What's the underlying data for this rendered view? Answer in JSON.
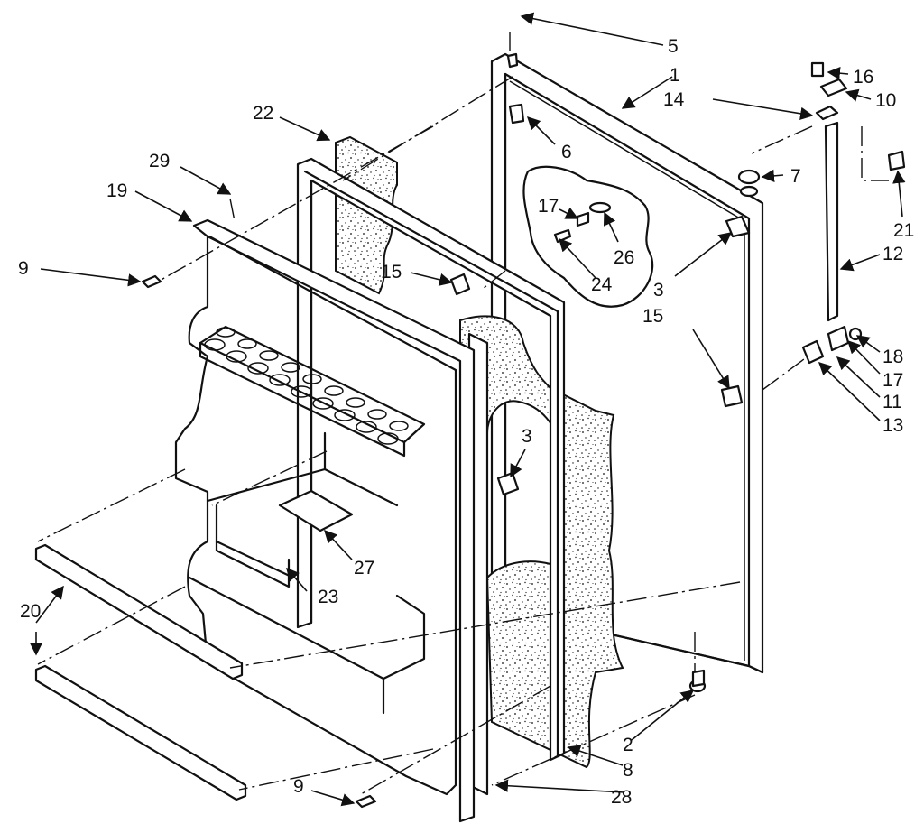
{
  "callouts": [
    {
      "id": "5",
      "label": "5"
    },
    {
      "id": "1",
      "label": "1"
    },
    {
      "id": "16",
      "label": "16"
    },
    {
      "id": "14",
      "label": "14"
    },
    {
      "id": "10",
      "label": "10"
    },
    {
      "id": "22",
      "label": "22"
    },
    {
      "id": "6",
      "label": "6"
    },
    {
      "id": "29",
      "label": "29"
    },
    {
      "id": "7",
      "label": "7"
    },
    {
      "id": "19",
      "label": "19"
    },
    {
      "id": "17a",
      "label": "17"
    },
    {
      "id": "21",
      "label": "21"
    },
    {
      "id": "26",
      "label": "26"
    },
    {
      "id": "12",
      "label": "12"
    },
    {
      "id": "9a",
      "label": "9"
    },
    {
      "id": "15a",
      "label": "15"
    },
    {
      "id": "24",
      "label": "24"
    },
    {
      "id": "3a",
      "label": "3"
    },
    {
      "id": "15b",
      "label": "15"
    },
    {
      "id": "18",
      "label": "18"
    },
    {
      "id": "17b",
      "label": "17"
    },
    {
      "id": "11",
      "label": "11"
    },
    {
      "id": "13",
      "label": "13"
    },
    {
      "id": "3b",
      "label": "3"
    },
    {
      "id": "27",
      "label": "27"
    },
    {
      "id": "23",
      "label": "23"
    },
    {
      "id": "20",
      "label": "20"
    },
    {
      "id": "2",
      "label": "2"
    },
    {
      "id": "8",
      "label": "8"
    },
    {
      "id": "9b",
      "label": "9"
    },
    {
      "id": "28",
      "label": "28"
    }
  ]
}
